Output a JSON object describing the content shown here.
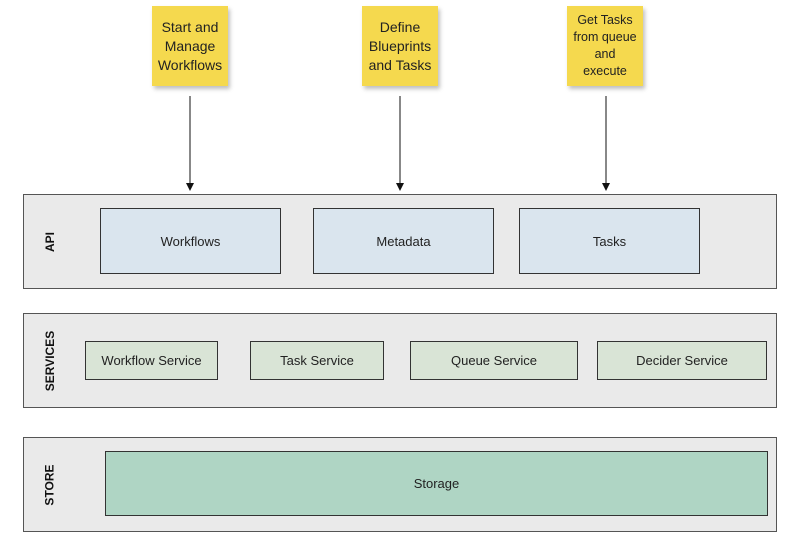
{
  "notes": [
    {
      "text": "Start and\nManage\nWorkflows"
    },
    {
      "text": "Define\nBlueprints\nand Tasks"
    },
    {
      "text": "Get Tasks\nfrom queue\nand\nexecute"
    }
  ],
  "layers": {
    "api": {
      "label": "API",
      "boxes": [
        "Workflows",
        "Metadata",
        "Tasks"
      ]
    },
    "services": {
      "label": "SERVICES",
      "boxes": [
        "Workflow Service",
        "Task Service",
        "Queue Service",
        "Decider Service"
      ]
    },
    "store": {
      "label": "STORE",
      "boxes": [
        "Storage"
      ]
    }
  },
  "colors": {
    "sticky": "#f5d94e",
    "api_box": "#dae5ee",
    "service_box": "#d9e4d6",
    "storage_box": "#afd5c4",
    "layer_bg": "#eaeaea"
  }
}
